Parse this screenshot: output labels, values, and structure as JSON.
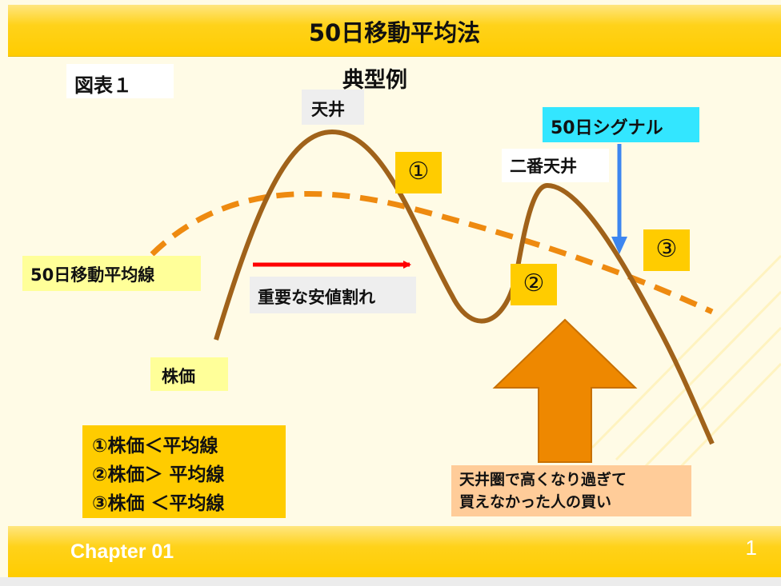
{
  "header": {
    "title": "50日移動平均法"
  },
  "figure_label": "図表１",
  "subtitle": "典型例",
  "labels": {
    "top": "天井",
    "second_top": "二番天井",
    "signal": "50日シグナル",
    "moving_average": "50日移動平均線",
    "important_breach": "重要な安値割れ",
    "price": "株価",
    "num1": "①",
    "num2": "②",
    "num3": "③"
  },
  "conditions": [
    "①株価＜平均線",
    "②株価＞ 平均線",
    "③株価 ＜平均線"
  ],
  "buy_note": {
    "line1": "天井圏で高くなり過ぎて",
    "line2": "買えなかった人の買い"
  },
  "footer": {
    "chapter": "Chapter 01",
    "page": "1"
  },
  "colors": {
    "header": "#ffcc00",
    "price_line": "#a0621a",
    "moving_average_line": "#ee8a10",
    "red_arrow": "#ff0000",
    "blue_arrow": "#3d86f0",
    "buy_arrow": "#ee8800",
    "number_box": "#ffcc00",
    "signal_box": "#33e6ff"
  }
}
